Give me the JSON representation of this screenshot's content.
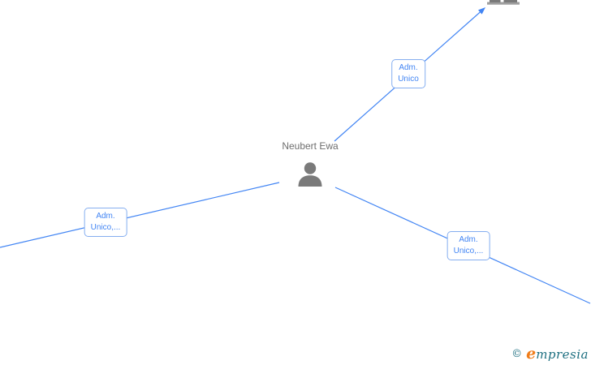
{
  "colors": {
    "canvas-bg": "#ffffff",
    "edge": "#4285f4",
    "label-border": "#85aef0",
    "label-text": "#4285f4",
    "node-icon": "#7a7a7a",
    "node-text": "#6e6e6e",
    "wm-teal": "#1d6f80",
    "wm-orange": "#f07d1a"
  },
  "graph": {
    "center_node": {
      "name": "Neubert Ewa",
      "icon": "person-icon"
    },
    "edges": [
      {
        "direction": "top-right",
        "line1": "Adm.",
        "line2": "Unico",
        "has_arrowhead": true,
        "target": "partial building icon at top edge"
      },
      {
        "direction": "left",
        "line1": "Adm.",
        "line2": "Unico,...",
        "has_arrowhead": false,
        "target": "off-screen left"
      },
      {
        "direction": "bottom-right",
        "line1": "Adm.",
        "line2": "Unico,...",
        "has_arrowhead": false,
        "target": "off-screen right"
      }
    ]
  },
  "watermark": {
    "copyright": "©",
    "brand_first_letter": "e",
    "brand_rest": "mpresia"
  }
}
